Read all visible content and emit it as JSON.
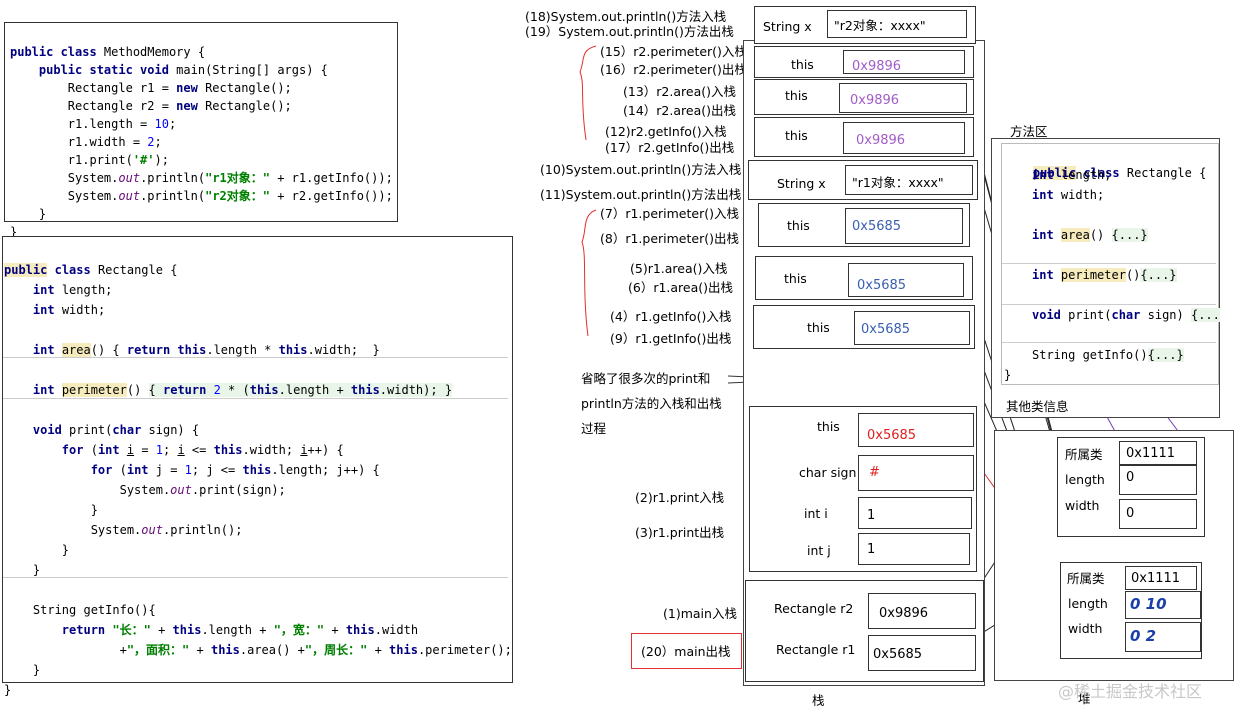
{
  "code_memory": {
    "lines": [
      "public class MethodMemory {",
      "    public static void main(String[] args) {",
      "        Rectangle r1 = new Rectangle();",
      "        Rectangle r2 = new Rectangle();",
      "        r1.length = 10;",
      "        r1.width = 2;",
      "        r1.print('#');",
      "        System.out.println(\"r1对象：\" + r1.getInfo());",
      "        System.out.println(\"r2对象：\" + r2.getInfo());",
      "    }",
      "}"
    ]
  },
  "code_rectangle": {
    "lines": [
      "public class Rectangle {",
      "    int length;",
      "    int width;",
      "",
      "    int area() { return this.length * this.width;  }",
      "",
      "    int perimeter() { return 2 * (this.length + this.width); }",
      "",
      "    void print(char sign) {",
      "        for (int i = 1; i <= this.width; i++) {",
      "            for (int j = 1; j <= this.length; j++) {",
      "                System.out.print(sign);",
      "            }",
      "            System.out.println();",
      "        }",
      "    }",
      "",
      "    String getInfo(){",
      "        return \"长：\" + this.length + \"，宽：\" + this.width",
      "                +\"，面积：\" + this.area() +\"，周长：\" + this.perimeter();",
      "    }",
      "}"
    ]
  },
  "stack_labels": {
    "l18": "(18)System.out.println()方法入栈",
    "l19": "(19）System.out.println()方法出栈",
    "l15": "(15）r2.perimeter()入栈",
    "l16": "(16）r2.perimeter()出栈",
    "l13": "(13）r2.area()入栈",
    "l14": "(14）r2.area()出栈",
    "l12": "(12)r2.getInfo()入栈",
    "l17": "(17）r2.getInfo()出栈",
    "l10": "(10)System.out.println()方法入栈",
    "l11": "(11)System.out.println()方法出栈",
    "l7": "(7）r1.perimeter()入栈",
    "l8": "(8）r1.perimeter()出栈",
    "l5": "(5)r1.area()入栈",
    "l6": "(6）r1.area()出栈",
    "l4": "(4）r1.getInfo()入栈",
    "l9": "(9）r1.getInfo()出栈",
    "omit1": "省略了很多次的print和",
    "omit2": "println方法的入栈和出栈",
    "omit3": "过程",
    "dots": ". . .",
    "l2": "(2)r1.print入栈",
    "l3": "(3)r1.print出栈",
    "l1": "(1)main入栈",
    "l20": "(20）main出栈"
  },
  "frames": {
    "string_x_label": "String x",
    "string_x2": "\"r2对象：xxxx\"",
    "string_x1": "\"r1对象：xxxx\"",
    "this_label": "this",
    "addr_r2": "0x9896",
    "addr_r1": "0x5685",
    "char_sign_label": "char sign",
    "char_sign_val": "#",
    "int_i_label": "int i",
    "int_i_val": "1",
    "int_j_label": "int j",
    "int_j_val": "1",
    "rect_r2_label": "Rectangle  r2",
    "rect_r1_label": "Rectangle  r1",
    "stack_title": "栈"
  },
  "method_area": {
    "title": "方法区",
    "line1": "public class Rectangle {",
    "line2": "int length;",
    "line3": "int width;",
    "line4": "int area() {...}",
    "line5": "int perimeter(){...}",
    "line6": "void print(char sign) {...}",
    "line7": "String getInfo(){...}",
    "line8": "}",
    "other": "其他类信息"
  },
  "heap": {
    "title": "堆",
    "obj_top": {
      "cls_label": "所属类",
      "cls_val": "0x1111",
      "len_label": "length",
      "len_val": "0",
      "wid_label": "width",
      "wid_val": "0"
    },
    "obj_bottom": {
      "cls_label": "所属类",
      "cls_val": "0x1111",
      "len_label": "length",
      "len_val": "0 10",
      "wid_label": "width",
      "wid_val": "0 2"
    }
  },
  "watermark": "@稀土掘金技术社区"
}
